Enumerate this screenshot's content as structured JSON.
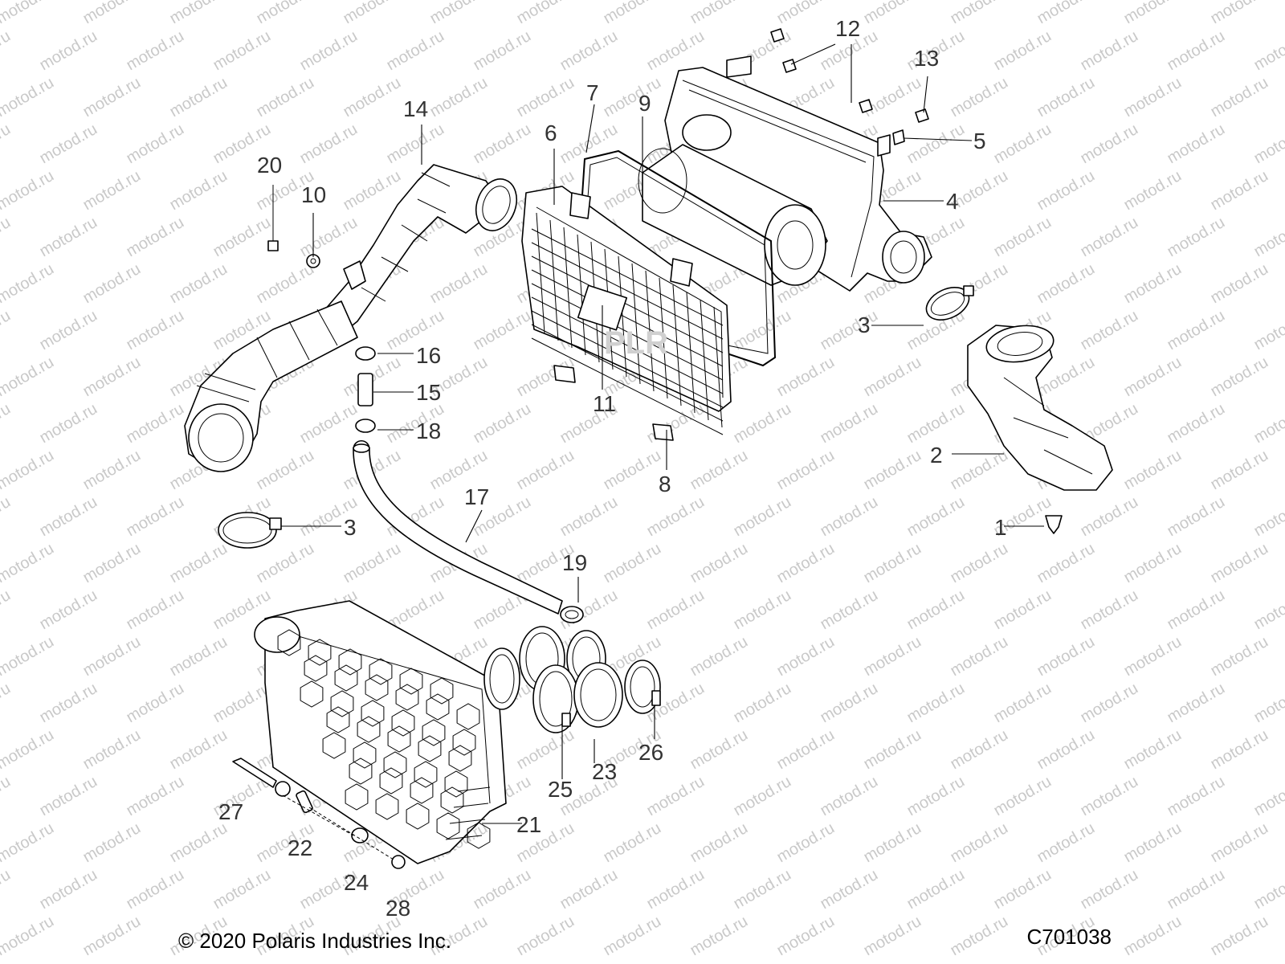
{
  "watermark_text": "motod.ru",
  "center_mark": "PLR",
  "footer": {
    "copyright": "© 2020 Polaris Industries Inc.",
    "drawing_id": "C701038"
  },
  "callouts": {
    "c1": "1",
    "c2": "2",
    "c3a": "3",
    "c3b": "3",
    "c4": "4",
    "c5": "5",
    "c6": "6",
    "c7": "7",
    "c8": "8",
    "c9": "9",
    "c10": "10",
    "c11": "11",
    "c12": "12",
    "c13": "13",
    "c14": "14",
    "c15": "15",
    "c16": "16",
    "c17": "17",
    "c18": "18",
    "c19": "19",
    "c20": "20",
    "c21": "21",
    "c22": "22",
    "c23": "23",
    "c24": "24",
    "c25": "25",
    "c26": "26",
    "c27": "27",
    "c28": "28"
  },
  "colors": {
    "line": "#000000",
    "label": "#333333",
    "watermark": "#c9c9c9"
  }
}
